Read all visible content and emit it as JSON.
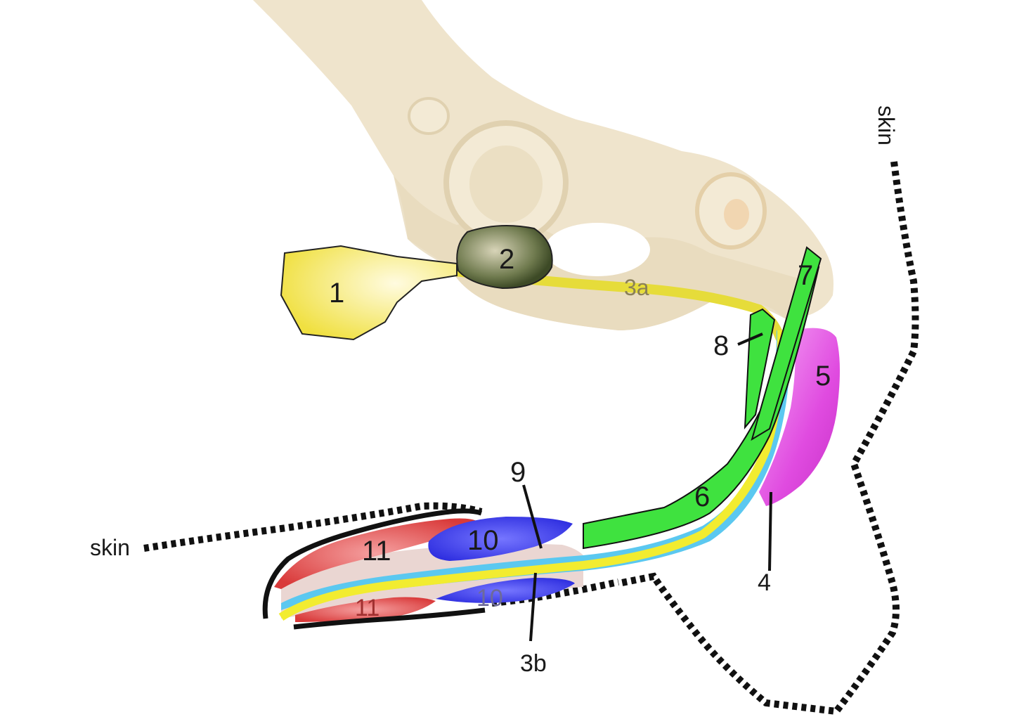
{
  "labels": {
    "l1": "1",
    "l2": "2",
    "l3a": "3a",
    "l3b": "3b",
    "l4": "4",
    "l5": "5",
    "l6": "6",
    "l7": "7",
    "l8": "8",
    "l9": "9",
    "l10_upper": "10",
    "l10_lower": "10",
    "l11_upper": "11",
    "l11_lower": "11",
    "skin_left": "skin",
    "skin_right": "skin"
  },
  "colors": {
    "bone": "#efe4cc",
    "bone_shadow": "#e2d3b4",
    "structure_1": "#f2e45a",
    "structure_2": "#6f7a4e",
    "nerve_3": "#e6dc3a",
    "layer_4": "#5bc8f0",
    "structure_5": "#e04be0",
    "muscle_green": "#3fe23f",
    "muscle_blue": "#2f2fe0",
    "muscle_red": "#e03a3a",
    "skin_line": "#111111"
  }
}
